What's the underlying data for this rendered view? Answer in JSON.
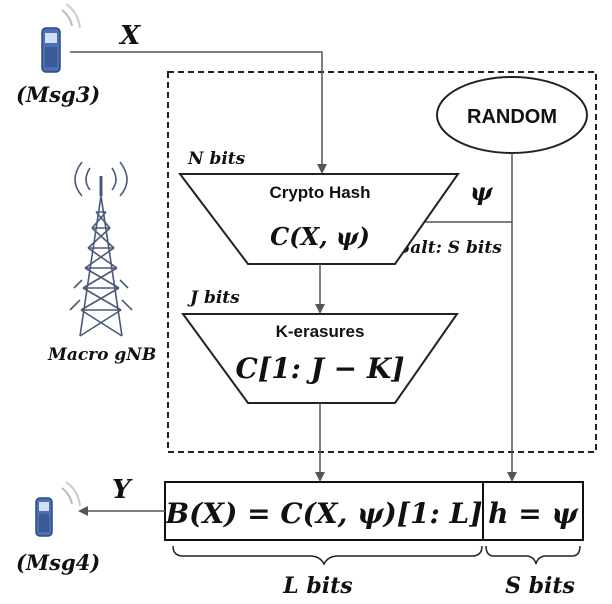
{
  "diagram": {
    "input_label": "X",
    "output_label": "Y",
    "msg3_label": "(Msg3)",
    "msg4_label": "(Msg4)",
    "gnb_label": "Macro gNB",
    "random_label": "RANDOM",
    "psi_label": "ψ",
    "salt_label": "Salt: S bits",
    "n_bits_label": "N bits",
    "j_bits_label": "J bits",
    "hash_title": "Crypto Hash",
    "hash_formula": "C(X, ψ)",
    "erasure_title": "K-erasures",
    "erasure_formula": "C[1: J − K]",
    "output_formula": "B(X) = C(X, ψ)[1: L]",
    "salt_formula": "h = ψ",
    "l_bits_label": "L bits",
    "s_bits_label": "S bits"
  },
  "colors": {
    "stroke": "#111111",
    "arrow": "#555555",
    "tower": "#4a5a78",
    "phone": "#4a6fb5"
  }
}
